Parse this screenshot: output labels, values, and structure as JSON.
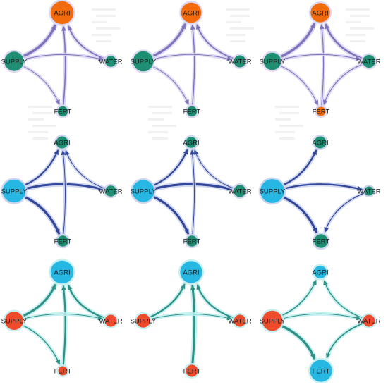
{
  "colors": {
    "orange": "#F26C0D",
    "teal": "#1E8F72",
    "cyan": "#26B7E3",
    "red": "#EF4A2A",
    "edge_purple": "#7E74BD",
    "edge_navy": "#35479A",
    "edge_teal": "#2D9185",
    "glow_purple": "#D9D4F0",
    "glow_navy": "#C9D2EC",
    "glow_teal": "#BFEDEE"
  },
  "panels": [
    {
      "edge_color": "edge_purple",
      "glow_color": "glow_purple",
      "nodes": [
        {
          "id": "AGRI",
          "label": "AGRI",
          "color": "orange",
          "size": 1.25
        },
        {
          "id": "SUPPLY",
          "label": "SUPPLY",
          "color": "teal",
          "size": 1.05
        },
        {
          "id": "WATER",
          "label": "WATER",
          "color": "teal",
          "size": 0.6
        },
        {
          "id": "FERT",
          "label": "FERT",
          "color": "teal",
          "size": 0.55
        }
      ],
      "edges": [
        {
          "source": "SUPPLY",
          "target": "AGRI",
          "weight": 3.6
        },
        {
          "source": "WATER",
          "target": "AGRI",
          "weight": 1.8
        },
        {
          "source": "FERT",
          "target": "AGRI",
          "weight": 1.6
        },
        {
          "source": "SUPPLY",
          "target": "WATER",
          "weight": 1.0
        },
        {
          "source": "SUPPLY",
          "target": "FERT",
          "weight": 1.0
        }
      ]
    },
    {
      "edge_color": "edge_purple",
      "glow_color": "glow_purple",
      "nodes": [
        {
          "id": "AGRI",
          "label": "AGRI",
          "color": "orange",
          "size": 1.1
        },
        {
          "id": "SUPPLY",
          "label": "SUPPLY",
          "color": "teal",
          "size": 1.1
        },
        {
          "id": "WATER",
          "label": "WATER",
          "color": "teal",
          "size": 0.65
        },
        {
          "id": "FERT",
          "label": "FERT",
          "color": "teal",
          "size": 0.55
        }
      ],
      "edges": [
        {
          "source": "SUPPLY",
          "target": "AGRI",
          "weight": 3.2
        },
        {
          "source": "WATER",
          "target": "AGRI",
          "weight": 1.8
        },
        {
          "source": "FERT",
          "target": "AGRI",
          "weight": 1.4
        },
        {
          "source": "SUPPLY",
          "target": "WATER",
          "weight": 1.0
        },
        {
          "source": "SUPPLY",
          "target": "FERT",
          "weight": 1.0
        }
      ]
    },
    {
      "edge_color": "edge_purple",
      "glow_color": "glow_purple",
      "nodes": [
        {
          "id": "AGRI",
          "label": "AGRI",
          "color": "orange",
          "size": 1.05
        },
        {
          "id": "SUPPLY",
          "label": "SUPPLY",
          "color": "teal",
          "size": 0.95
        },
        {
          "id": "WATER",
          "label": "WATER",
          "color": "teal",
          "size": 0.7
        },
        {
          "id": "FERT",
          "label": "FERT",
          "color": "orange",
          "size": 0.5
        }
      ],
      "edges": [
        {
          "source": "SUPPLY",
          "target": "AGRI",
          "weight": 3.4
        },
        {
          "source": "WATER",
          "target": "AGRI",
          "weight": 2.6
        },
        {
          "source": "FERT",
          "target": "AGRI",
          "weight": 1.2
        },
        {
          "source": "SUPPLY",
          "target": "WATER",
          "weight": 1.0
        },
        {
          "source": "SUPPLY",
          "target": "FERT",
          "weight": 1.0
        },
        {
          "source": "WATER",
          "target": "FERT",
          "weight": 1.2
        }
      ]
    },
    {
      "edge_color": "edge_navy",
      "glow_color": "glow_navy",
      "nodes": [
        {
          "id": "AGRI",
          "label": "AGRI",
          "color": "teal",
          "size": 0.65
        },
        {
          "id": "SUPPLY",
          "label": "SUPPLY",
          "color": "cyan",
          "size": 1.25
        },
        {
          "id": "WATER",
          "label": "WATER",
          "color": "teal",
          "size": 0.6
        },
        {
          "id": "FERT",
          "label": "FERT",
          "color": "teal",
          "size": 0.6
        }
      ],
      "edges": [
        {
          "source": "SUPPLY",
          "target": "AGRI",
          "weight": 2.2
        },
        {
          "source": "SUPPLY",
          "target": "WATER",
          "weight": 3.0
        },
        {
          "source": "SUPPLY",
          "target": "FERT",
          "weight": 3.4
        },
        {
          "source": "WATER",
          "target": "AGRI",
          "weight": 1.0
        },
        {
          "source": "FERT",
          "target": "AGRI",
          "weight": 1.0
        }
      ]
    },
    {
      "edge_color": "edge_navy",
      "glow_color": "glow_navy",
      "nodes": [
        {
          "id": "AGRI",
          "label": "AGRI",
          "color": "teal",
          "size": 0.6
        },
        {
          "id": "SUPPLY",
          "label": "SUPPLY",
          "color": "cyan",
          "size": 1.2
        },
        {
          "id": "WATER",
          "label": "WATER",
          "color": "teal",
          "size": 0.65
        },
        {
          "id": "FERT",
          "label": "FERT",
          "color": "teal",
          "size": 0.6
        }
      ],
      "edges": [
        {
          "source": "SUPPLY",
          "target": "AGRI",
          "weight": 2.2
        },
        {
          "source": "SUPPLY",
          "target": "WATER",
          "weight": 3.2
        },
        {
          "source": "SUPPLY",
          "target": "FERT",
          "weight": 3.2
        },
        {
          "source": "WATER",
          "target": "AGRI",
          "weight": 1.0
        },
        {
          "source": "FERT",
          "target": "AGRI",
          "weight": 1.0
        }
      ]
    },
    {
      "edge_color": "edge_navy",
      "glow_color": "glow_navy",
      "nodes": [
        {
          "id": "AGRI",
          "label": "AGRI",
          "color": "teal",
          "size": 0.65
        },
        {
          "id": "SUPPLY",
          "label": "SUPPLY",
          "color": "cyan",
          "size": 1.3
        },
        {
          "id": "WATER",
          "label": "WATER",
          "color": "teal",
          "size": 0.5
        },
        {
          "id": "FERT",
          "label": "FERT",
          "color": "teal",
          "size": 0.75
        }
      ],
      "edges": [
        {
          "source": "SUPPLY",
          "target": "AGRI",
          "weight": 2.4
        },
        {
          "source": "SUPPLY",
          "target": "WATER",
          "weight": 2.2
        },
        {
          "source": "SUPPLY",
          "target": "FERT",
          "weight": 3.2
        },
        {
          "source": "WATER",
          "target": "FERT",
          "weight": 1.2
        }
      ]
    },
    {
      "edge_color": "edge_teal",
      "glow_color": "glow_teal",
      "nodes": [
        {
          "id": "AGRI",
          "label": "AGRI",
          "color": "cyan",
          "size": 1.25
        },
        {
          "id": "SUPPLY",
          "label": "SUPPLY",
          "color": "red",
          "size": 1.0
        },
        {
          "id": "WATER",
          "label": "WATER",
          "color": "red",
          "size": 0.65
        },
        {
          "id": "FERT",
          "label": "FERT",
          "color": "red",
          "size": 0.5
        }
      ],
      "edges": [
        {
          "source": "SUPPLY",
          "target": "AGRI",
          "weight": 3.0
        },
        {
          "source": "WATER",
          "target": "AGRI",
          "weight": 2.4
        },
        {
          "source": "FERT",
          "target": "AGRI",
          "weight": 2.2
        },
        {
          "source": "SUPPLY",
          "target": "WATER",
          "weight": 1.0
        },
        {
          "source": "SUPPLY",
          "target": "FERT",
          "weight": 1.4
        }
      ]
    },
    {
      "edge_color": "edge_teal",
      "glow_color": "glow_teal",
      "nodes": [
        {
          "id": "AGRI",
          "label": "AGRI",
          "color": "cyan",
          "size": 1.2
        },
        {
          "id": "SUPPLY",
          "label": "SUPPLY",
          "color": "red",
          "size": 0.75
        },
        {
          "id": "WATER",
          "label": "WATER",
          "color": "red",
          "size": 0.65
        },
        {
          "id": "FERT",
          "label": "FERT",
          "color": "red",
          "size": 0.65
        }
      ],
      "edges": [
        {
          "source": "SUPPLY",
          "target": "AGRI",
          "weight": 2.4
        },
        {
          "source": "WATER",
          "target": "AGRI",
          "weight": 2.2
        },
        {
          "source": "FERT",
          "target": "AGRI",
          "weight": 3.0
        },
        {
          "source": "SUPPLY",
          "target": "WATER",
          "weight": 1.0
        }
      ]
    },
    {
      "edge_color": "edge_teal",
      "glow_color": "glow_teal",
      "nodes": [
        {
          "id": "AGRI",
          "label": "AGRI",
          "color": "cyan",
          "size": 0.7
        },
        {
          "id": "SUPPLY",
          "label": "SUPPLY",
          "color": "red",
          "size": 1.1
        },
        {
          "id": "WATER",
          "label": "WATER",
          "color": "red",
          "size": 0.65
        },
        {
          "id": "FERT",
          "label": "FERT",
          "color": "cyan",
          "size": 1.2
        }
      ],
      "edges": [
        {
          "source": "SUPPLY",
          "target": "AGRI",
          "weight": 1.6
        },
        {
          "source": "WATER",
          "target": "AGRI",
          "weight": 1.4
        },
        {
          "source": "SUPPLY",
          "target": "WATER",
          "weight": 1.0
        },
        {
          "source": "SUPPLY",
          "target": "FERT",
          "weight": 3.4
        },
        {
          "source": "WATER",
          "target": "FERT",
          "weight": 1.8
        }
      ]
    }
  ]
}
